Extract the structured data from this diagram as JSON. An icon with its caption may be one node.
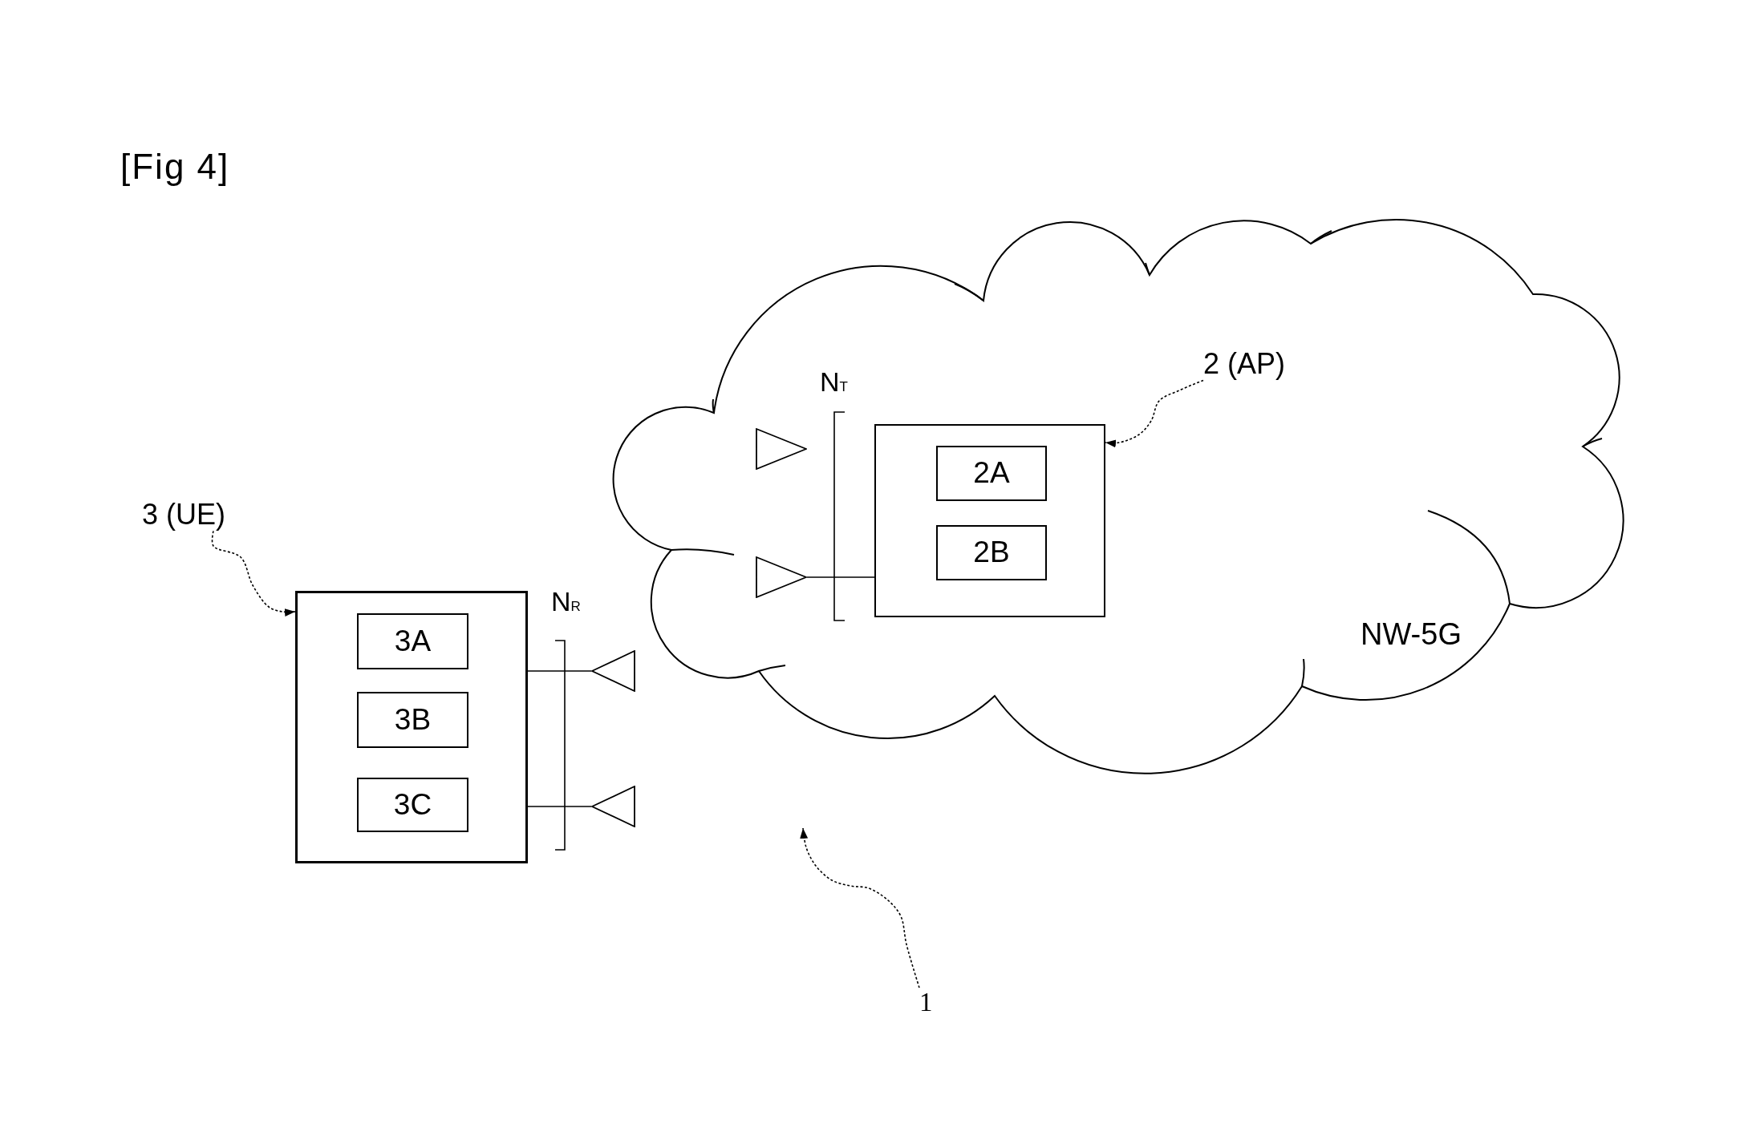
{
  "diagram": {
    "title": "[Fig 4]",
    "nodes": [
      {
        "text": [
          "NW-5G"
        ]
      },
      {
        "text": [
          "2 (AP)"
        ],
        "in": 0
      },
      {
        "text": [],
        "shape": "box",
        "in": 0
      },
      {
        "text": [
          "2A"
        ],
        "in": 2
      },
      {
        "text": [
          "2B"
        ],
        "in": 2
      },
      {
        "text": [],
        "shape": "triangle",
        "in": 0
      },
      {
        "text": [],
        "shape": "triangle",
        "in": 0
      },
      {
        "text": [
          "3 (UE)"
        ]
      },
      {
        "text": [],
        "shape": "box"
      },
      {
        "text": [
          "3A"
        ],
        "in": 8
      },
      {
        "text": [
          "3B"
        ],
        "in": 8
      },
      {
        "text": [
          "3C"
        ],
        "in": 8
      },
      {
        "text": [],
        "shape": "triangle"
      },
      {
        "text": [],
        "shape": "triangle"
      },
      {
        "text": [
          "1"
        ]
      }
    ],
    "edges": [
      {
        "from": 1,
        "to": 2,
        "arrow": "to",
        "style": "dashed"
      },
      {
        "from": 6,
        "to": 2,
        "arrow": "none"
      },
      {
        "from": 7,
        "to": 8,
        "arrow": "to",
        "style": "dashed"
      },
      {
        "from": 8,
        "to": 12,
        "arrow": "none"
      },
      {
        "from": 8,
        "to": 13,
        "arrow": "none"
      },
      {
        "from": 14,
        "to": null,
        "arrow": "to",
        "style": "dashed"
      }
    ],
    "labels": [
      "N$_{T}$",
      "N$_{R}$"
    ]
  }
}
